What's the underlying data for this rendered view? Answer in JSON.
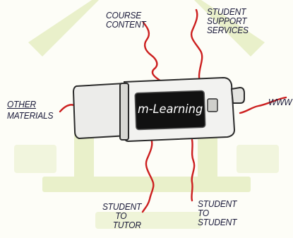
{
  "device": {
    "screen_text": "m-Learning"
  },
  "labels": {
    "course_content": [
      "COURSE",
      "CONTENT"
    ],
    "student_support_services": [
      "STUDENT",
      "SUPPORT",
      "SERVICES"
    ],
    "other_materials": [
      "OTHER",
      "MATERIALS"
    ],
    "www": [
      "WWW"
    ],
    "student_to_tutor": [
      "STUDENT",
      "TO",
      "TUTOR"
    ],
    "student_to_student": [
      "STUDENT",
      "TO",
      "STUDENT"
    ]
  },
  "colors": {
    "connector": "#cc1f1f",
    "text": "#1a1a3a",
    "device_body": "#f2f2f0",
    "device_outline": "#2a2a2a",
    "screen": "#111111",
    "watermark": "#d9e6a6"
  }
}
